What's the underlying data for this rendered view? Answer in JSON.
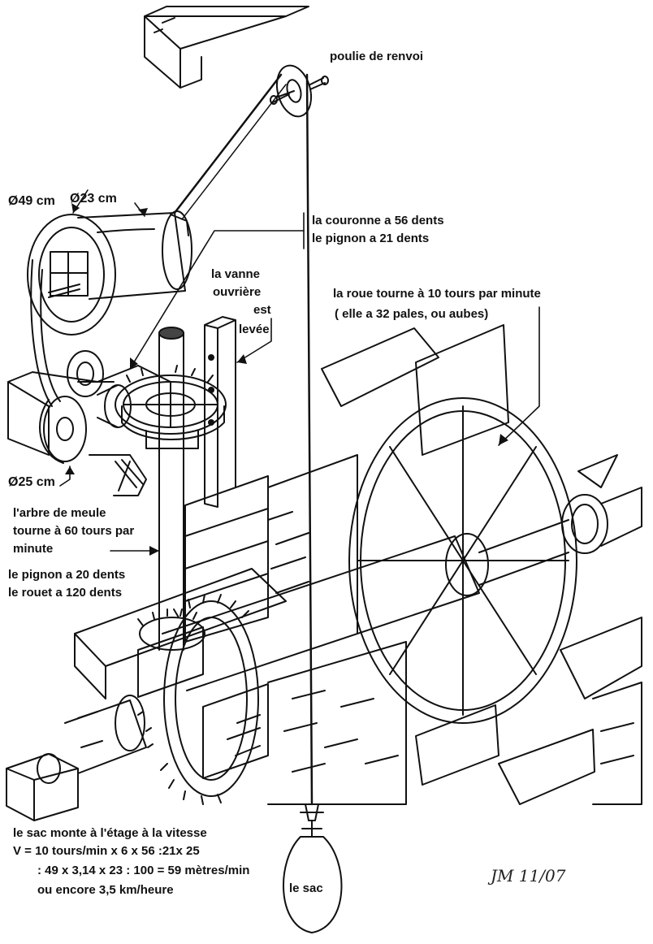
{
  "labels": {
    "pulley": "poulie de renvoi",
    "diameter_49": "Ø49 cm",
    "diameter_23": "Ø23 cm",
    "crown_teeth": "la couronne a 56 dents",
    "pinion_21": "le pignon a 21 dents",
    "gate_line1": "la vanne",
    "gate_line2": "ouvrière",
    "gate_line3": "est",
    "gate_line4": "levée",
    "wheel_line1": "la roue tourne à 10 tours par minute",
    "wheel_line2": "( elle a 32 pales, ou aubes)",
    "diameter_25": "Ø25 cm",
    "shaft_line1": "l'arbre de meule",
    "shaft_line2": "tourne à 60 tours par",
    "shaft_line3": "minute",
    "gear_line1": "le pignon a 20 dents",
    "gear_line2": "le rouet a 120 dents",
    "sack_line1": "le sac monte à l'étage à la vitesse",
    "sack_line2": "V = 10 tours/min x 6 x 56 :21x 25",
    "sack_line3": ": 49 x 3,14 x 23 : 100 = 59 mètres/min",
    "sack_line4": "ou encore 3,5 km/heure",
    "sack": "le sac",
    "signature": "JM 11/07"
  },
  "colors": {
    "ink": "#111111",
    "paper": "#ffffff"
  }
}
